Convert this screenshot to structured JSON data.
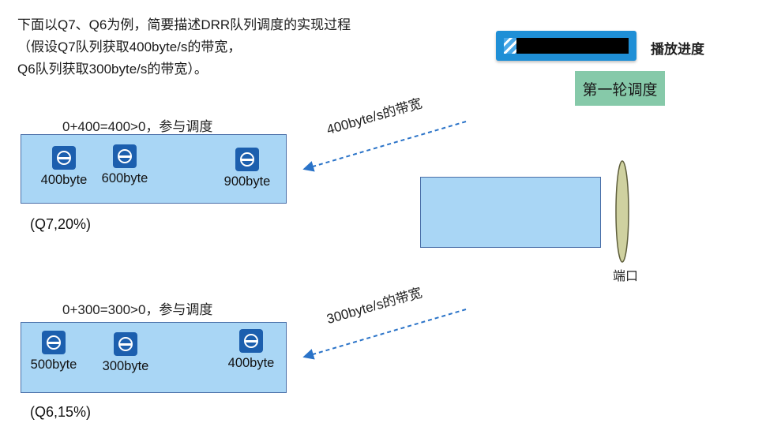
{
  "intro": {
    "line1": "下面以Q7、Q6为例，简要描述DRR队列调度的实现过程",
    "line2": "（假设Q7队列获取400byte/s的带宽，",
    "line3": "Q6队列获取300byte/s的带宽）。"
  },
  "progress": {
    "label": "播放进度",
    "value_percent": 10
  },
  "round": {
    "label": "第一轮调度"
  },
  "queues": [
    {
      "caption": "0+400=400>0，参与调度",
      "name": "(Q7,20%)",
      "packets": [
        "400byte",
        "600byte",
        "900byte"
      ],
      "bandwidth_label": "400byte/s的带宽"
    },
    {
      "caption": "0+300=300>0，参与调度",
      "name": "(Q6,15%)",
      "packets": [
        "500byte",
        "300byte",
        "400byte"
      ],
      "bandwidth_label": "300byte/s的带宽"
    }
  ],
  "port": {
    "label": "端口"
  },
  "colors": {
    "queue_fill": "#a9d6f5",
    "queue_border": "#4a6fa8",
    "packet_icon": "#1c5fae",
    "arrow": "#2a73c8",
    "round_box": "#86c9a9",
    "progress_frame": "#1f8fd6",
    "port_lens": "#cfd1a0"
  },
  "icons": {
    "packet": "packet-icon",
    "port": "port-lens-icon"
  }
}
